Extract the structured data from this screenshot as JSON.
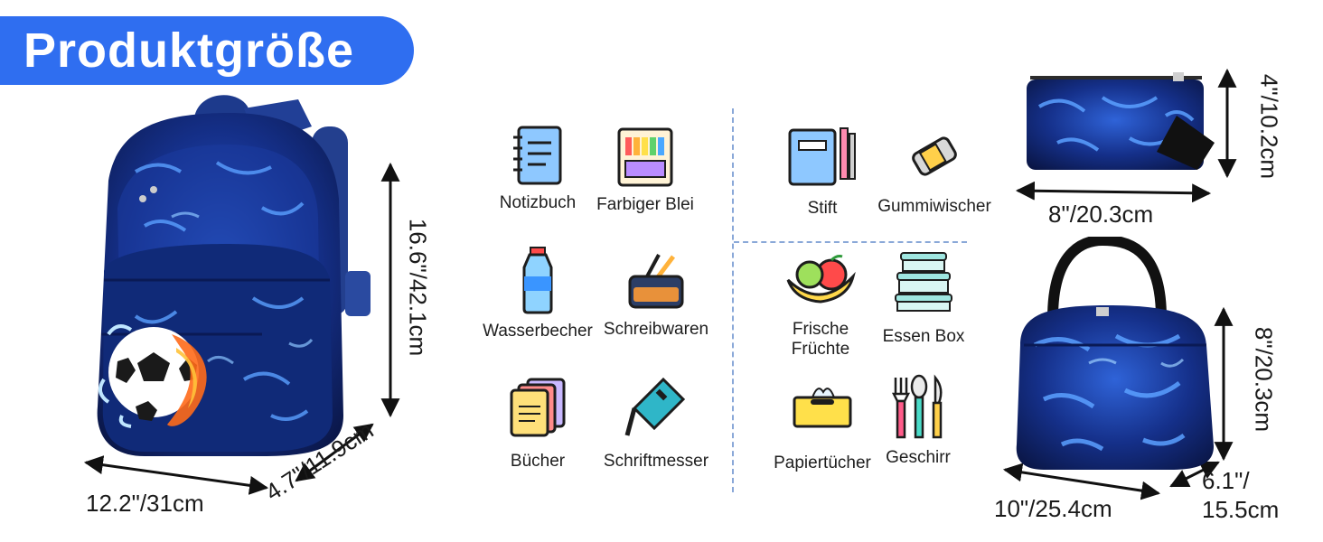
{
  "header": {
    "title": "Produktgröße"
  },
  "backpack": {
    "height_label": "16.6\"/42.1cm",
    "width_label": "12.2\"/31cm",
    "depth_label": "4.7\"/11.9cm"
  },
  "pencil_case": {
    "height_label": "4\"/10.2cm",
    "width_label": "8\"/20.3cm"
  },
  "lunch_bag": {
    "height_label": "8\"/20.3cm",
    "width_label": "10\"/25.4cm",
    "depth_label_line1": "6.1\"/",
    "depth_label_line2": "15.5cm"
  },
  "backpack_items": [
    {
      "label": "Notizbuch",
      "icon": "notebook-icon"
    },
    {
      "label": "Farbiger Blei",
      "icon": "colored-pencils-icon"
    },
    {
      "label": "Wasserbecher",
      "icon": "water-bottle-icon"
    },
    {
      "label": "Schreibwaren",
      "icon": "stationery-icon"
    },
    {
      "label": "Bücher",
      "icon": "books-icon"
    },
    {
      "label": "Schriftmesser",
      "icon": "utility-knife-icon"
    }
  ],
  "pencil_case_items": [
    {
      "label": "Stift",
      "icon": "pen-icon"
    },
    {
      "label": "Gummiwischer",
      "icon": "eraser-icon"
    }
  ],
  "lunch_bag_items": [
    {
      "label_line1": "Frische",
      "label_line2": "Früchte",
      "icon": "fruit-icon"
    },
    {
      "label": "Essen Box",
      "icon": "food-box-icon"
    },
    {
      "label": "Papiertücher",
      "icon": "tissue-box-icon"
    },
    {
      "label": "Geschirr",
      "icon": "cutlery-icon"
    }
  ],
  "colors": {
    "accent": "#2f6ef0",
    "bag_dark": "#0b1a4a",
    "bag_light": "#3a78ff"
  }
}
